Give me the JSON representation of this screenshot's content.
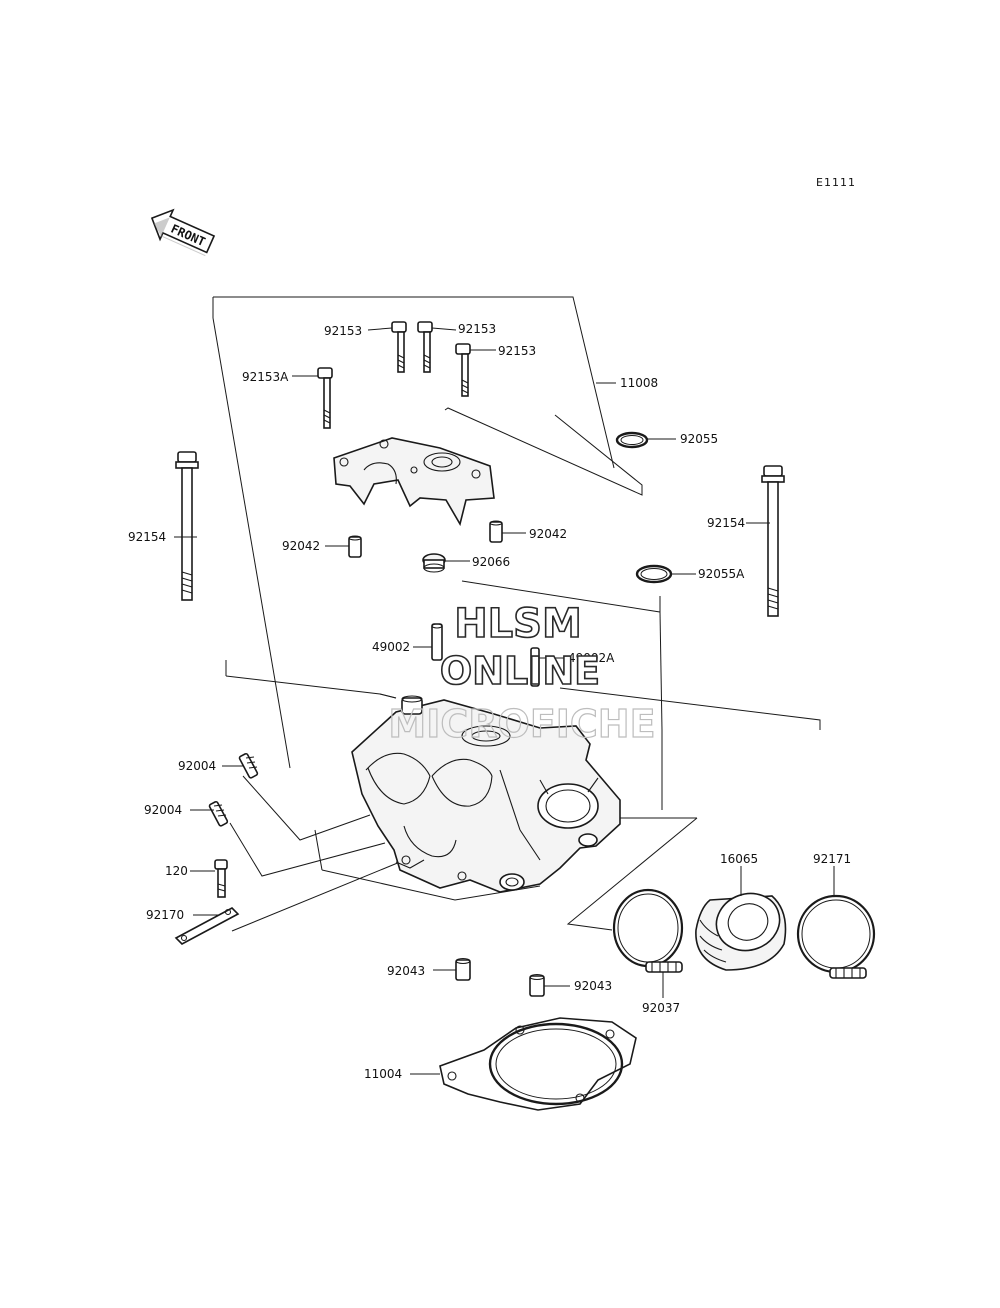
{
  "diagram_code": "E1111",
  "front_label": "FRONT",
  "watermark": {
    "line1": "HLSM",
    "line2": "ONLINE",
    "line3": "MICROFICHE"
  },
  "parts": {
    "bolt_92153_a": "92153",
    "bolt_92153_b": "92153",
    "bolt_92153_c": "92153",
    "bolt_92153A": "92153A",
    "assy_11008": "11008",
    "seal_92055": "92055",
    "bolt_92154_left": "92154",
    "bolt_92154_right": "92154",
    "dowel_92042_left": "92042",
    "dowel_92042_right": "92042",
    "plug_92066": "92066",
    "seal_92055A": "92055A",
    "valve_49002": "49002",
    "valve_49002A": "49002A",
    "stud_92004_upper": "92004",
    "stud_92004_lower": "92004",
    "bolt_120": "120",
    "bracket_92170": "92170",
    "holder_16065": "16065",
    "clamp_92171": "92171",
    "dowel_92043_left": "92043",
    "dowel_92043_right": "92043",
    "clamp_92037": "92037",
    "gasket_11004": "11004"
  }
}
